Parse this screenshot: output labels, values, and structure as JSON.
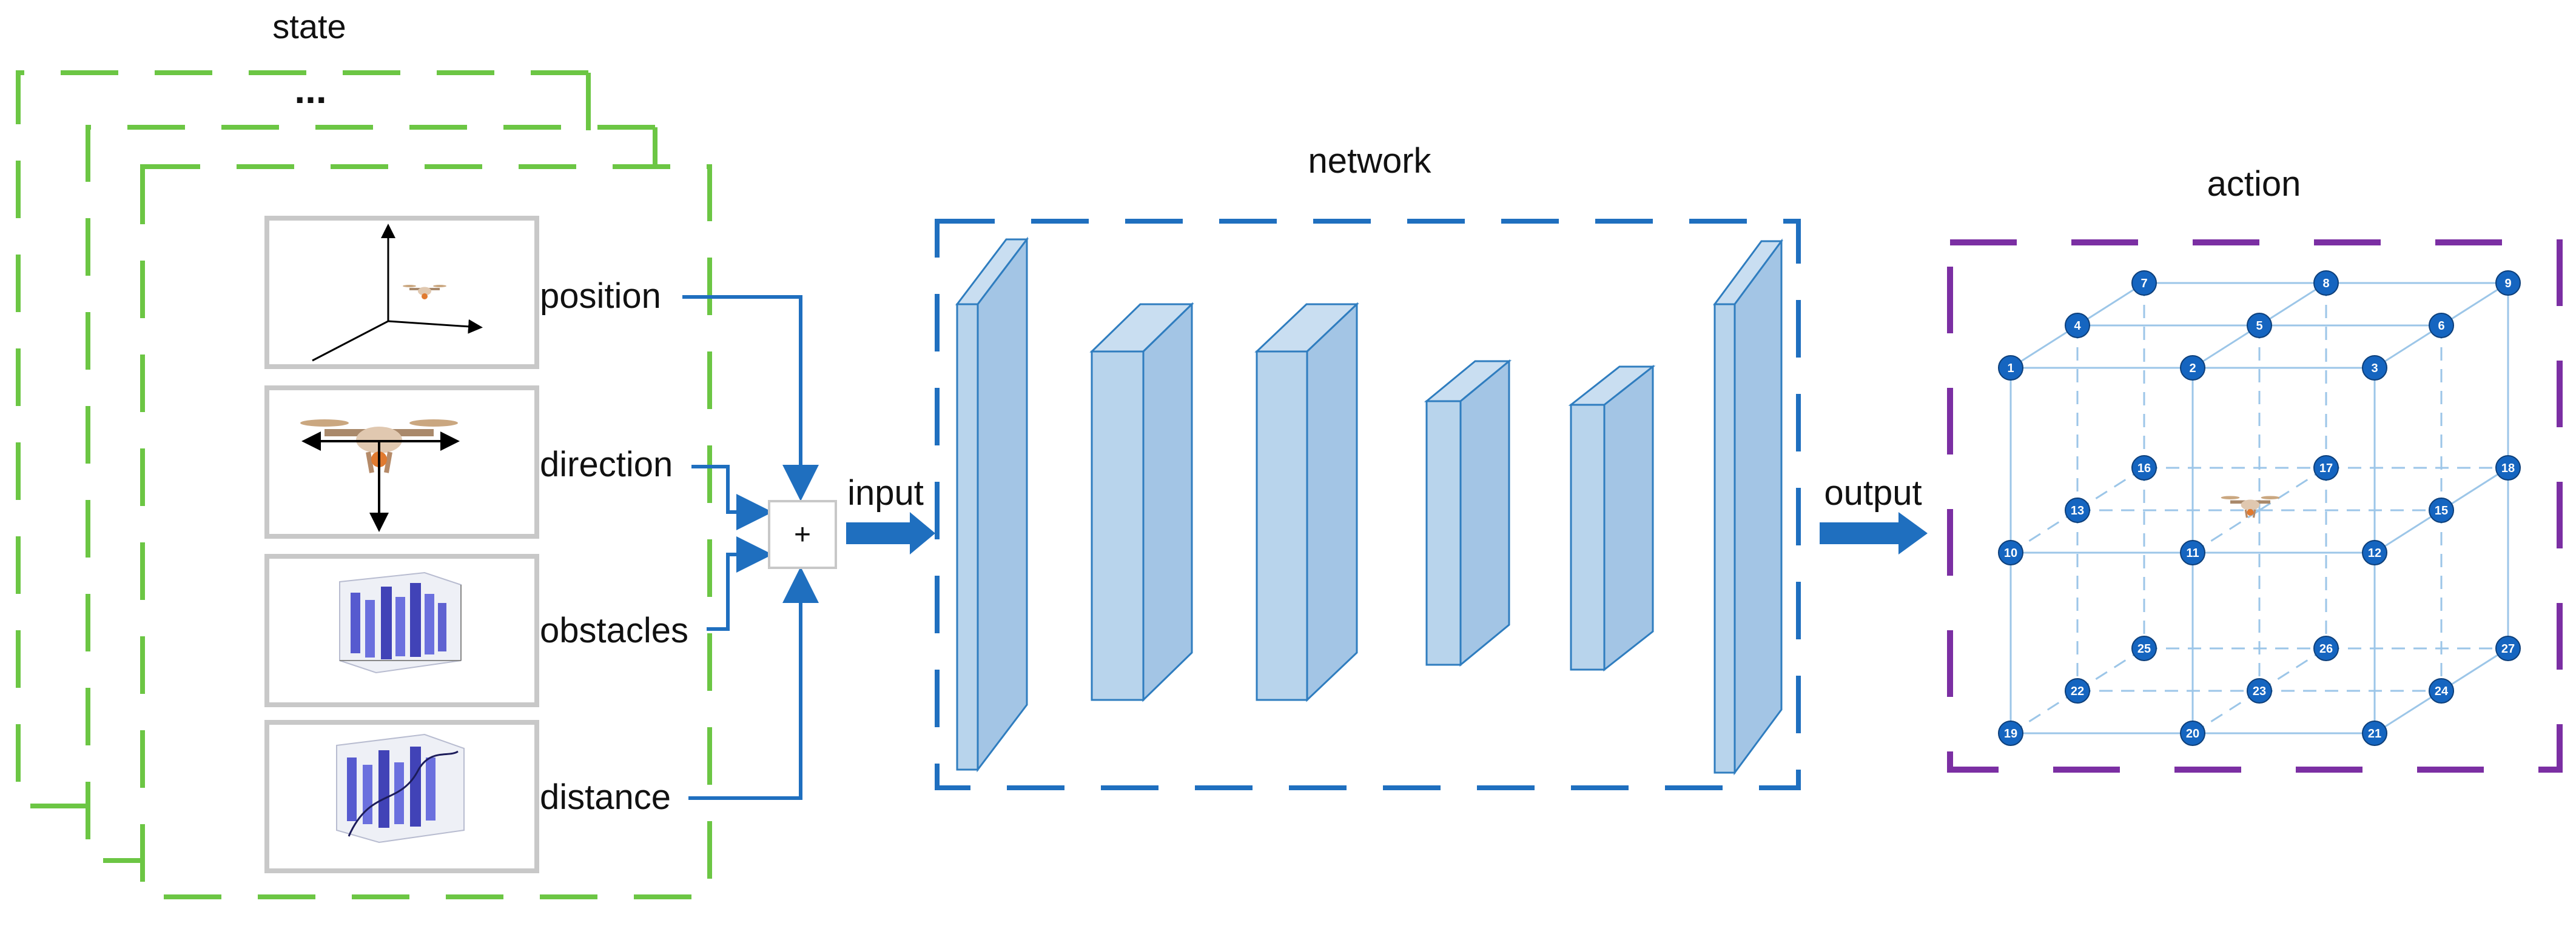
{
  "state": {
    "title": "state",
    "ellipsis": "...",
    "inputs": [
      {
        "label": "position",
        "icon": "drone-3d-axes-icon"
      },
      {
        "label": "direction",
        "icon": "drone-heading-arrows-icon"
      },
      {
        "label": "obstacles",
        "icon": "obstacle-bars-3d-plot-icon"
      },
      {
        "label": "distance",
        "icon": "distance-path-3d-plot-icon"
      }
    ],
    "frame_color": "#6cc644"
  },
  "combine": {
    "symbol": "+",
    "icon": "plus-sum-node-icon"
  },
  "input_label": "input",
  "network": {
    "title": "network",
    "frame_color": "#1f6fbf",
    "layer_fill": "#b8d4ec",
    "layer_stroke": "#2f7dbf",
    "layer_count": 6
  },
  "output_label": "output",
  "action": {
    "title": "action",
    "frame_color": "#7b2fa3",
    "node_color": "#1565c0",
    "nodes": [
      "1",
      "2",
      "3",
      "4",
      "5",
      "6",
      "7",
      "8",
      "9",
      "10",
      "11",
      "12",
      "13",
      "15",
      "16",
      "17",
      "18",
      "19",
      "20",
      "21",
      "22",
      "23",
      "24",
      "25",
      "26",
      "27"
    ],
    "center_icon": "drone-icon"
  }
}
